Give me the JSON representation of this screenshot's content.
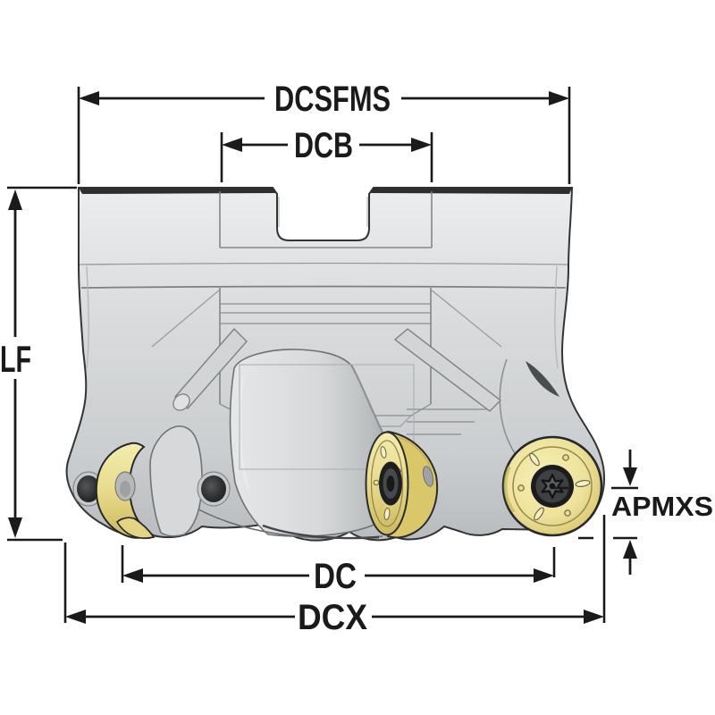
{
  "diagram": {
    "background_color": "#ffffff",
    "dimension_line_color": "#1a1a1a",
    "body_color": "#d7d9da",
    "insert_color": "#ecdf96",
    "labels": {
      "dcsfms": "DCSFMS",
      "dcb": "DCB",
      "lf": "LF",
      "apmxs": "APMXS",
      "dc": "DC",
      "dcx": "DCX"
    }
  }
}
